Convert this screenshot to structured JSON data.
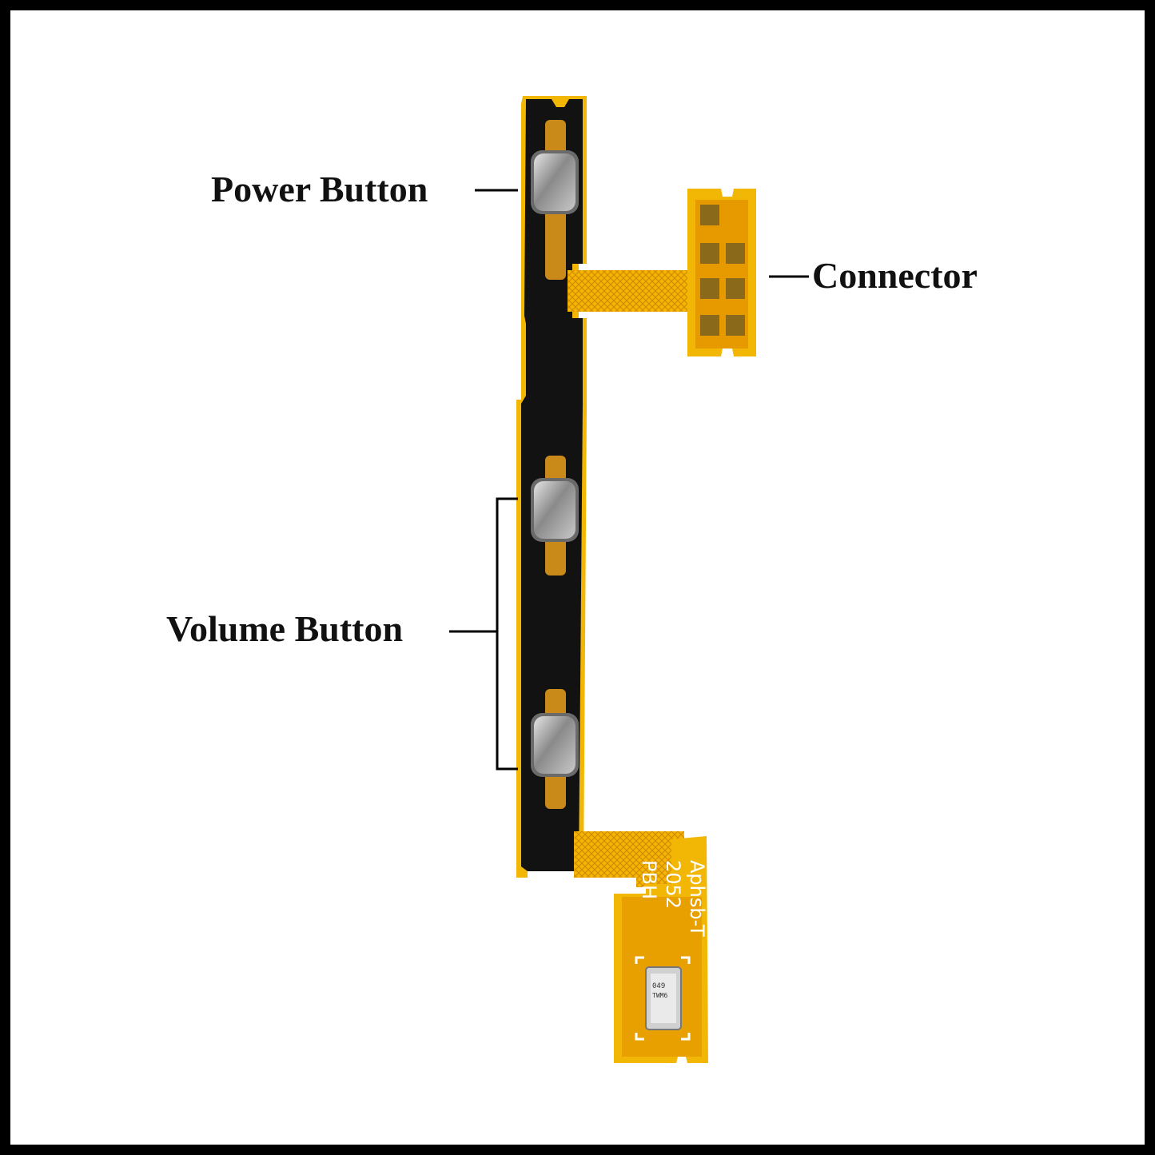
{
  "labels": {
    "power": "Power Button",
    "connector": "Connector",
    "volume": "Volume Button"
  },
  "pcb_print": {
    "line1": "Aphsb-T",
    "line2": "2052",
    "line3": "PBH"
  },
  "chip_print": {
    "line1": "049",
    "line2": "TWM6"
  },
  "colors": {
    "frame": "#000000",
    "flex_yellow": "#f2b705",
    "flex_orange": "#e89a00",
    "stiffener_black": "#111111",
    "contact_gold": "#c98a1a",
    "metal_dome": "#9a9a9a"
  }
}
